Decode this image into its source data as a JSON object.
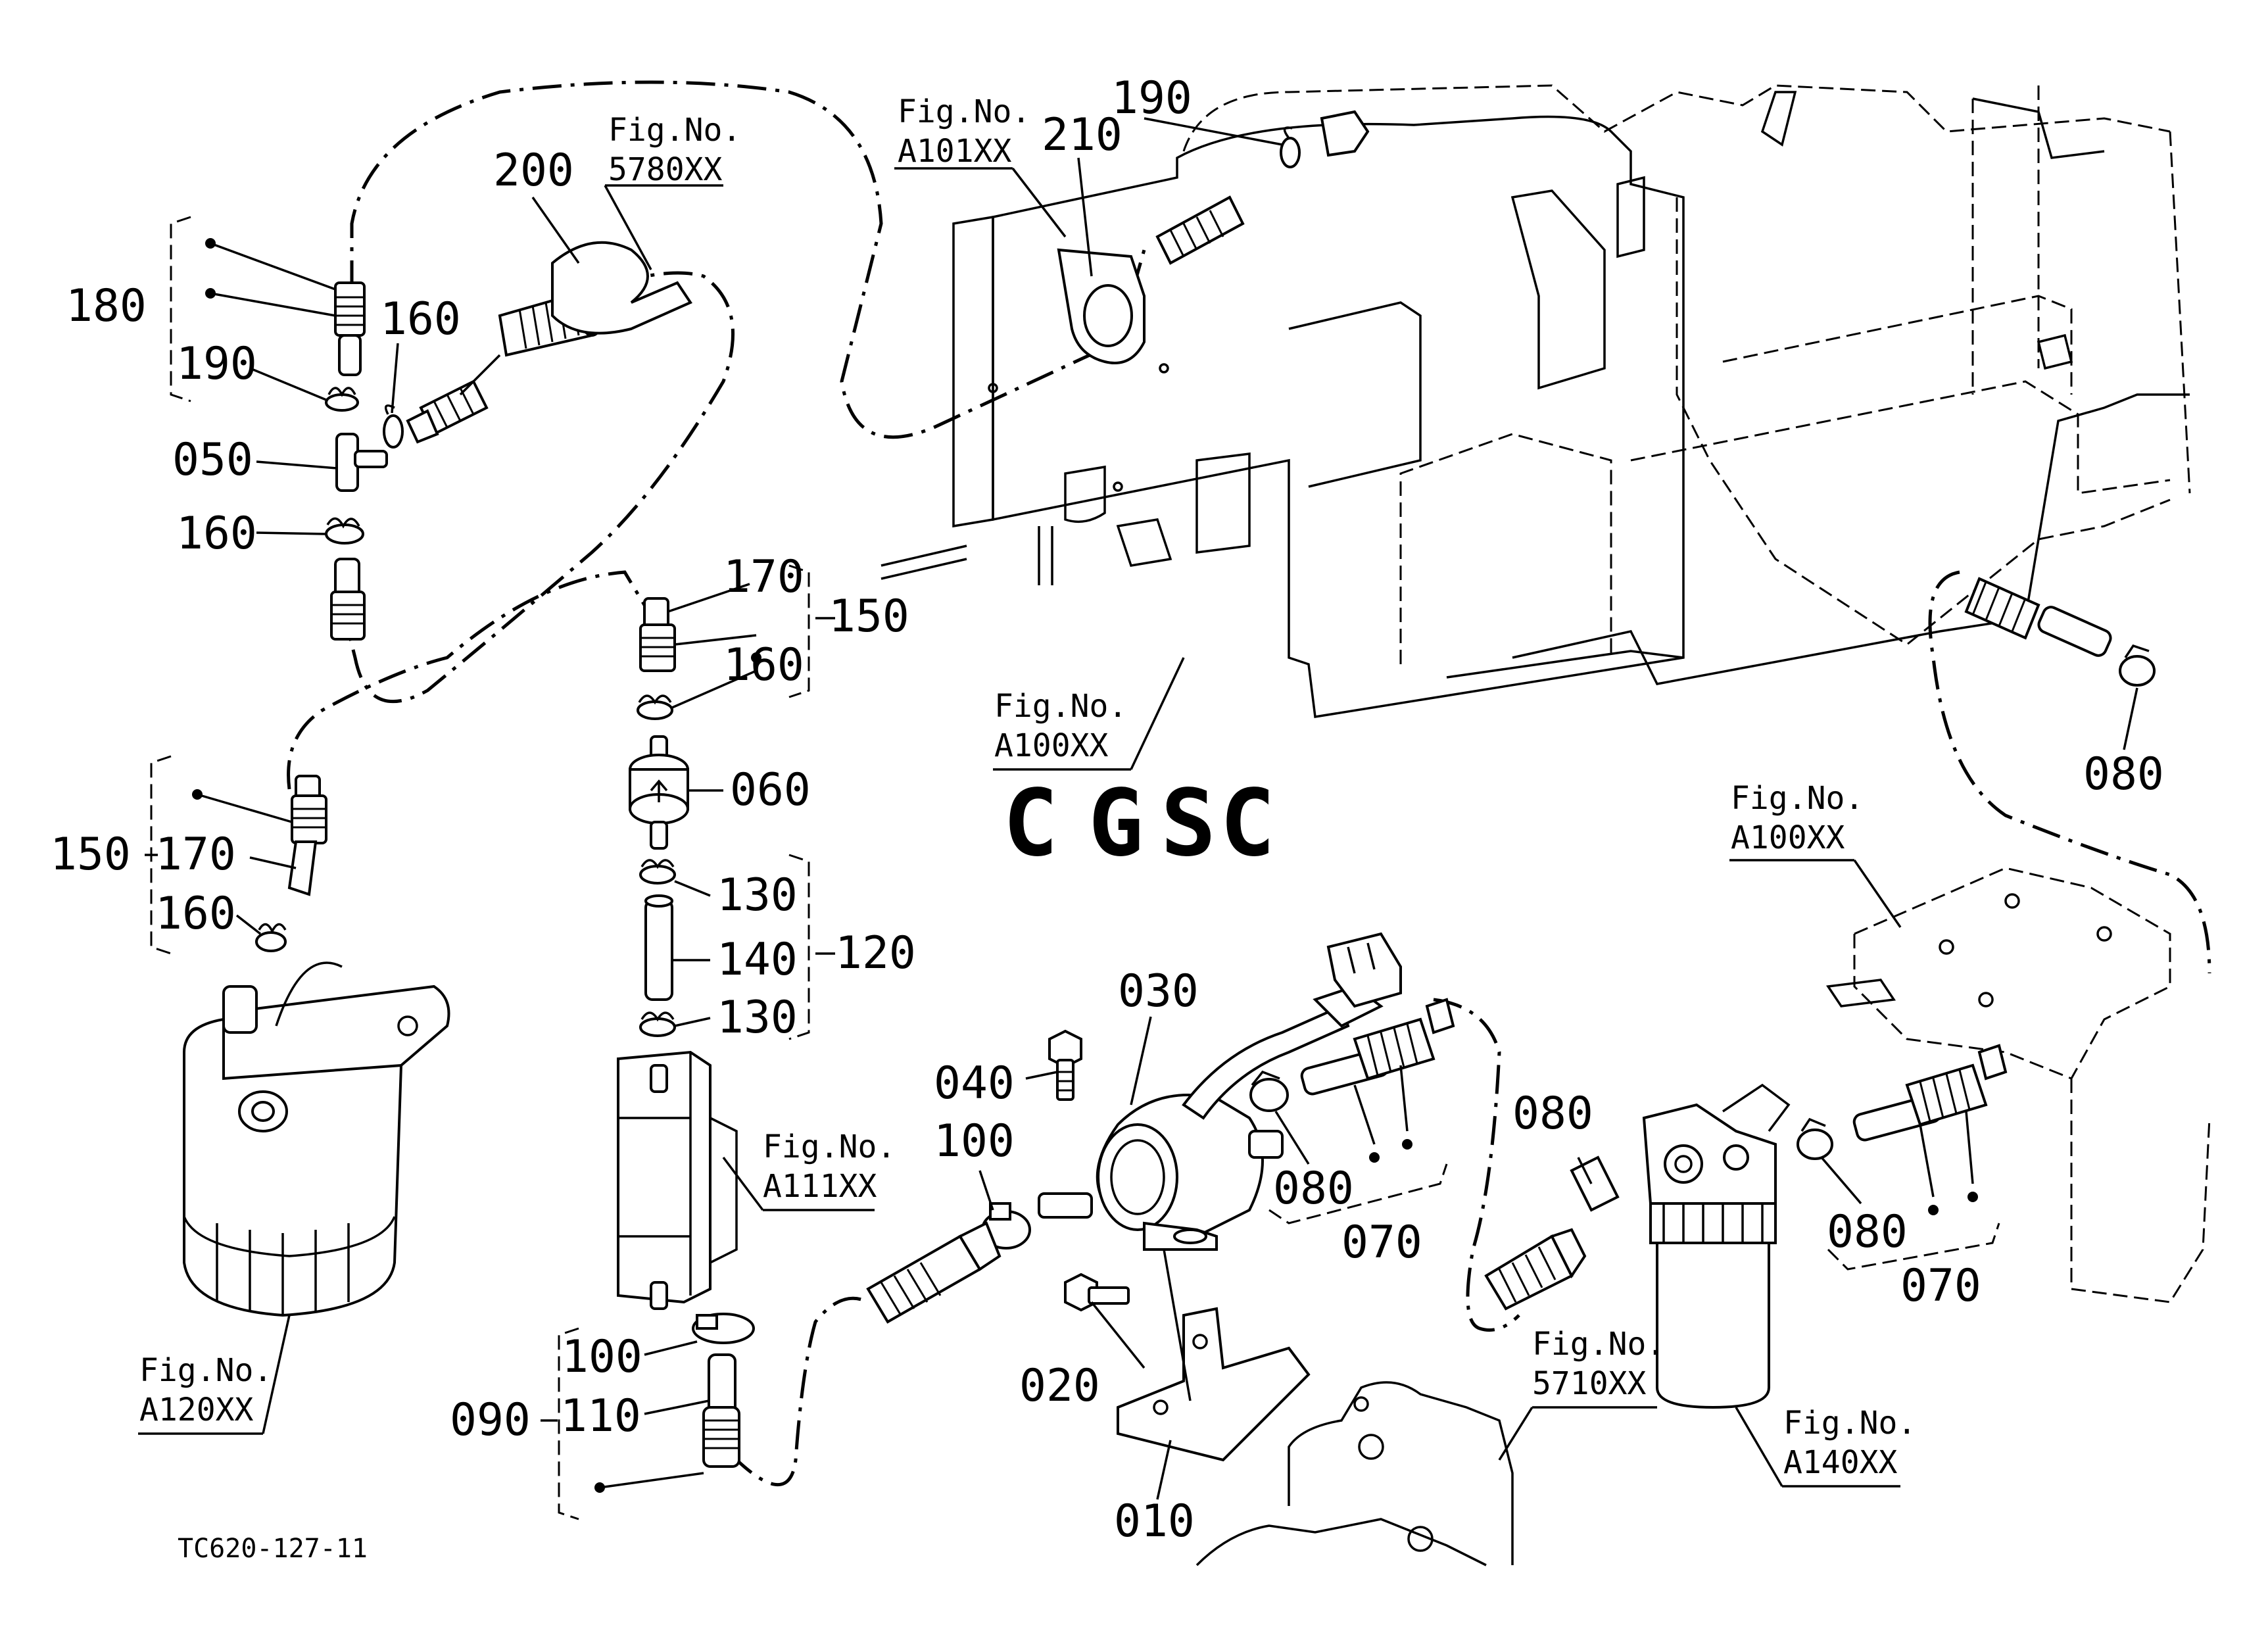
{
  "diagram": {
    "code": "TC620-127-11",
    "watermark": {
      "letters": [
        "C",
        "G",
        "S",
        "C"
      ],
      "colors": [
        "#6f9be8",
        "#ee8f86",
        "#f3cf5a",
        "#72c49a"
      ]
    },
    "fig_refs": {
      "f5780": {
        "l1": "Fig.No.",
        "l2": "5780XX"
      },
      "fa101": {
        "l1": "Fig.No.",
        "l2": "A101XX"
      },
      "fa100top": {
        "l1": "Fig.No.",
        "l2": "A100XX"
      },
      "fa100right": {
        "l1": "Fig.No.",
        "l2": "A100XX"
      },
      "fa111": {
        "l1": "Fig.No.",
        "l2": "A111XX"
      },
      "fa120": {
        "l1": "Fig.No.",
        "l2": "A120XX"
      },
      "f5710": {
        "l1": "Fig.No.",
        "l2": "5710XX"
      },
      "fa140": {
        "l1": "Fig.No.",
        "l2": "A140XX"
      }
    },
    "callouts": {
      "c180": "180",
      "c160a": "160",
      "c190a": "190",
      "c050": "050",
      "c160b": "160",
      "c200": "200",
      "c210": "210",
      "c190b": "190",
      "c170a": "170",
      "c150a": "150",
      "c160c": "160",
      "c060": "060",
      "c130a": "130",
      "c140": "140",
      "c120": "120",
      "c130b": "130",
      "c150b": "150",
      "c170b": "170",
      "c160d": "160",
      "c100a": "100",
      "c110": "110",
      "c090": "090",
      "c040": "040",
      "c030": "030",
      "c100b": "100",
      "c080a": "080",
      "c070a": "070",
      "c020": "020",
      "c010": "010",
      "c080b": "080",
      "c080c": "080",
      "c070b": "070",
      "c080d": "080"
    }
  }
}
